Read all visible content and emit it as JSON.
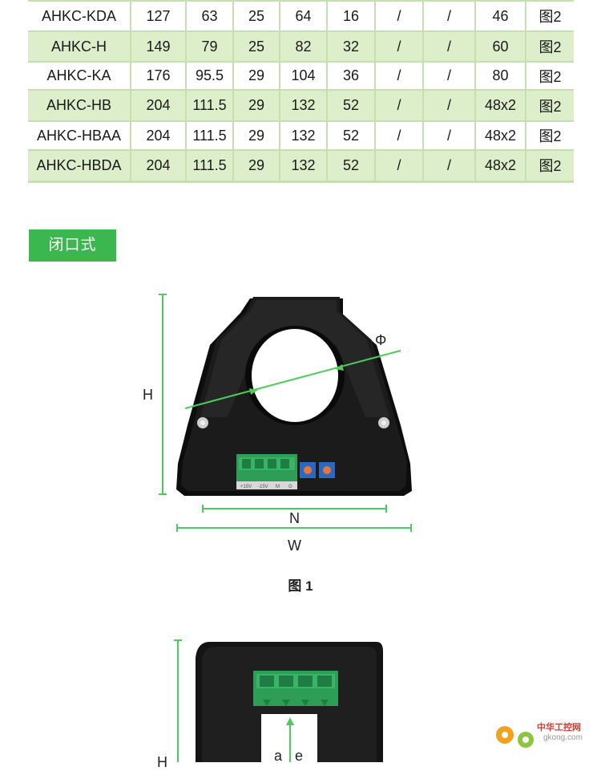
{
  "table": {
    "rows": [
      [
        "AHKC-KDA",
        "127",
        "63",
        "25",
        "64",
        "16",
        "/",
        "/",
        "46",
        "图2"
      ],
      [
        "AHKC-H",
        "149",
        "79",
        "25",
        "82",
        "32",
        "/",
        "/",
        "60",
        "图2"
      ],
      [
        "AHKC-KA",
        "176",
        "95.5",
        "29",
        "104",
        "36",
        "/",
        "/",
        "80",
        "图2"
      ],
      [
        "AHKC-HB",
        "204",
        "111.5",
        "29",
        "132",
        "52",
        "/",
        "/",
        "48x2",
        "图2"
      ],
      [
        "AHKC-HBAA",
        "204",
        "111.5",
        "29",
        "132",
        "52",
        "/",
        "/",
        "48x2",
        "图2"
      ],
      [
        "AHKC-HBDA",
        "204",
        "111.5",
        "29",
        "132",
        "52",
        "/",
        "/",
        "48x2",
        "图2"
      ]
    ]
  },
  "section": {
    "title": "闭口式"
  },
  "figure1": {
    "dim_H": "H",
    "dim_N": "N",
    "dim_W": "W",
    "dim_phi": "Φ",
    "terminal_labels": [
      "+15V",
      "-15V",
      "M",
      "G"
    ],
    "caption": "图 1"
  },
  "figure2": {
    "dim_H": "H",
    "dim_a": "a",
    "dim_e": "e"
  },
  "watermark": {
    "text": "中华工控网",
    "url": "gkong.com"
  },
  "colors": {
    "accent_green": "#3cb750",
    "row_tint": "#ddeecb",
    "grid": "#c6dfb0",
    "dimension_line": "#4ccc5c"
  }
}
